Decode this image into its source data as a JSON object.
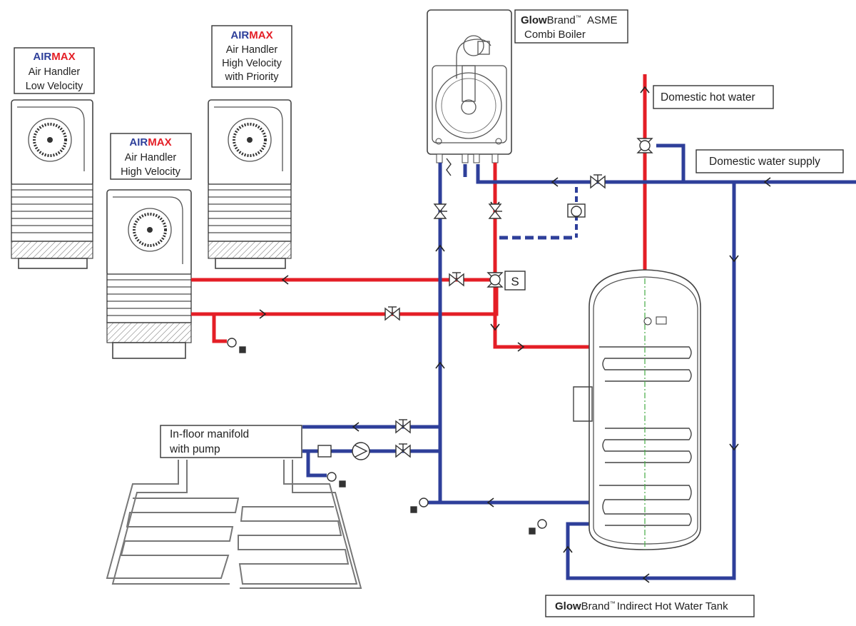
{
  "brand": {
    "airmax_air": "AIR",
    "airmax_max": "MAX",
    "glow": "Glow",
    "brand_word": "Brand",
    "tm": "™",
    "air_color": "#2e3f9a",
    "max_color": "#e41e26"
  },
  "colors": {
    "hot": "#e41e26",
    "cold": "#2e3f9a",
    "glycol": "#44aa44"
  },
  "handlers": {
    "low": {
      "line1": "Air Handler",
      "line2": "Low Velocity"
    },
    "high": {
      "line1": "Air Handler",
      "line2": "High Velocity"
    },
    "priority": {
      "line1": "Air Handler",
      "line2": "High Velocity",
      "line3": "with Priority"
    }
  },
  "boiler": {
    "line1": "ASME",
    "line2": "Combi Boiler"
  },
  "labels": {
    "domestic_hot_water": "Domestic hot water",
    "domestic_water_supply": "Domestic water supply",
    "manifold_line1": "In-floor manifold",
    "manifold_line2": "with pump",
    "tank": "Indirect Hot Water Tank",
    "s_valve": "S"
  }
}
